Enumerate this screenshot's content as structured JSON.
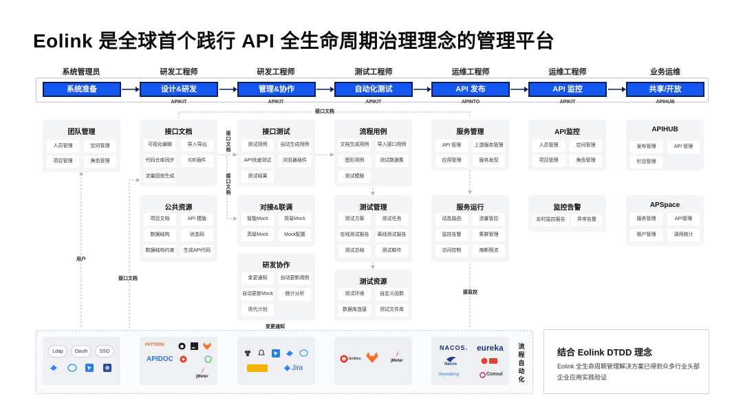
{
  "title": "Eolink 是全球首个践行 API 全生命周期治理理念的管理平台",
  "roles": [
    "系统管理员",
    "研发工程师",
    "研发工程师",
    "测试工程师",
    "运维工程师",
    "运维工程师",
    "业务运维"
  ],
  "stages": [
    "系统准备",
    "设计&研发",
    "管理&协作",
    "自动化测试",
    "API 发布",
    "API 监控",
    "共享/开放"
  ],
  "stage_tags": [
    "",
    "APIKIT",
    "APIKIT",
    "APIKIT",
    "APINTO",
    "APIKIT",
    "APIHUB"
  ],
  "connector_labels": {
    "top_doc": "接口文档",
    "doc_v1": "接口文档",
    "doc_v2": "接口文档",
    "user": "用户",
    "api_doc_left": "接口文档",
    "change_notice": "变更通知",
    "monitor": "接监控",
    "automation": "流程自动化"
  },
  "panels": {
    "team": {
      "title": "团队管理",
      "items": [
        "人员管理",
        "空间管理",
        "项目管理",
        "角色管理"
      ]
    },
    "api_doc": {
      "title": "接口文档",
      "items": [
        "可视化编辑",
        "导入导出",
        "代码仓库同步",
        "IDE插件",
        "流量回放生成"
      ]
    },
    "public_res": {
      "title": "公共资源",
      "items": [
        "项目文档",
        "API 模版",
        "数据结构",
        "状态码",
        "数据结构约束",
        "生成API代码"
      ]
    },
    "api_test": {
      "title": "接口测试",
      "items": [
        "测试用例",
        "自动生成用例",
        "API快速测试",
        "浏览器插件",
        "测试结果"
      ]
    },
    "mock": {
      "title": "对接&联调",
      "items": [
        "智能Mock",
        "简易Mock",
        "高级Mock",
        "Mock配置"
      ]
    },
    "collab": {
      "title": "研发协作",
      "items": [
        "变更通知",
        "自动更新用例",
        "自动更新Mock",
        "统计分析",
        "迭代计划"
      ]
    },
    "flow_case": {
      "title": "流程用例",
      "items": [
        "文档生成用例",
        "导入接口用例",
        "图形用例",
        "测试数据集",
        "测试模版"
      ]
    },
    "test_mgmt": {
      "title": "测试管理",
      "items": [
        "测试方案",
        "测试任务",
        "在线测试报告",
        "离线测试报告",
        "测试总结",
        "测试邮件"
      ]
    },
    "test_res": {
      "title": "测试资源",
      "items": [
        "测试环境",
        "自定义函数",
        "数据库连接",
        "测试文件库"
      ]
    },
    "svc_mgmt": {
      "title": "服务管理",
      "items": [
        "API 管理",
        "上游服务管理",
        "应用管理",
        "服务发现"
      ]
    },
    "svc_run": {
      "title": "服务运行",
      "items": [
        "动态路由",
        "流量管控",
        "监控告警",
        "集群管理",
        "访问控制",
        "熔断限流"
      ]
    },
    "api_monitor": {
      "title": "API监控",
      "items": [
        "人员管理",
        "空间管理",
        "项目管理",
        "角色管理"
      ]
    },
    "alert": {
      "title": "监控告警",
      "items": [
        "实时监控报告",
        "异常告警"
      ]
    },
    "apihub": {
      "title": "APIHUB",
      "items": [
        "发布管理",
        "API 管理",
        "栏目管理"
      ]
    },
    "apspace": {
      "title": "APSpace",
      "items": [
        "服务管理",
        "API管理",
        "租户管理",
        "调用统计"
      ]
    }
  },
  "integrations": {
    "auth": [
      "Ldap",
      "Oauth",
      "SSO"
    ],
    "dev_logos": [
      "PATTERN",
      "APIDOC",
      "jMeter"
    ],
    "collab_logos": [
      "Jira"
    ],
    "test_logos": [
      "Jenkins",
      "jMeter"
    ],
    "ops_logos": [
      "NACOS.",
      "eureka",
      "Nacos",
      "Skywalking",
      "Consul"
    ]
  },
  "note": {
    "title": "结合 Eolink DTDD 理念",
    "text": "Eolink 全生命周期管理解决方案已得到众多行业头部企业应用实践验证"
  },
  "colors": {
    "stage_fill": "#1456f0",
    "stage_border": "#0a1f5c",
    "panel_bg": "#f4f5f7",
    "line": "#b5b9c2"
  }
}
